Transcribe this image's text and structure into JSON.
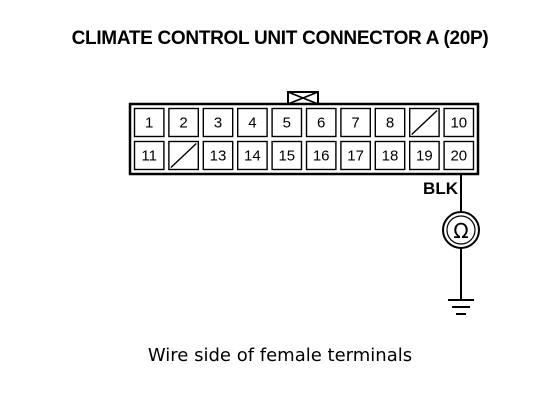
{
  "title": "CLIMATE CONTROL UNIT CONNECTOR A (20P)",
  "connector": {
    "rows": [
      [
        "1",
        "2",
        "3",
        "4",
        "5",
        "6",
        "7",
        "8",
        "",
        "10"
      ],
      [
        "11",
        "",
        "13",
        "14",
        "15",
        "16",
        "17",
        "18",
        "19",
        "20"
      ]
    ],
    "empty_cells": [
      [
        0,
        8
      ],
      [
        1,
        1
      ]
    ]
  },
  "wire_color": "BLK",
  "meter_symbol": "Ω",
  "caption": "Wire side of female terminals"
}
